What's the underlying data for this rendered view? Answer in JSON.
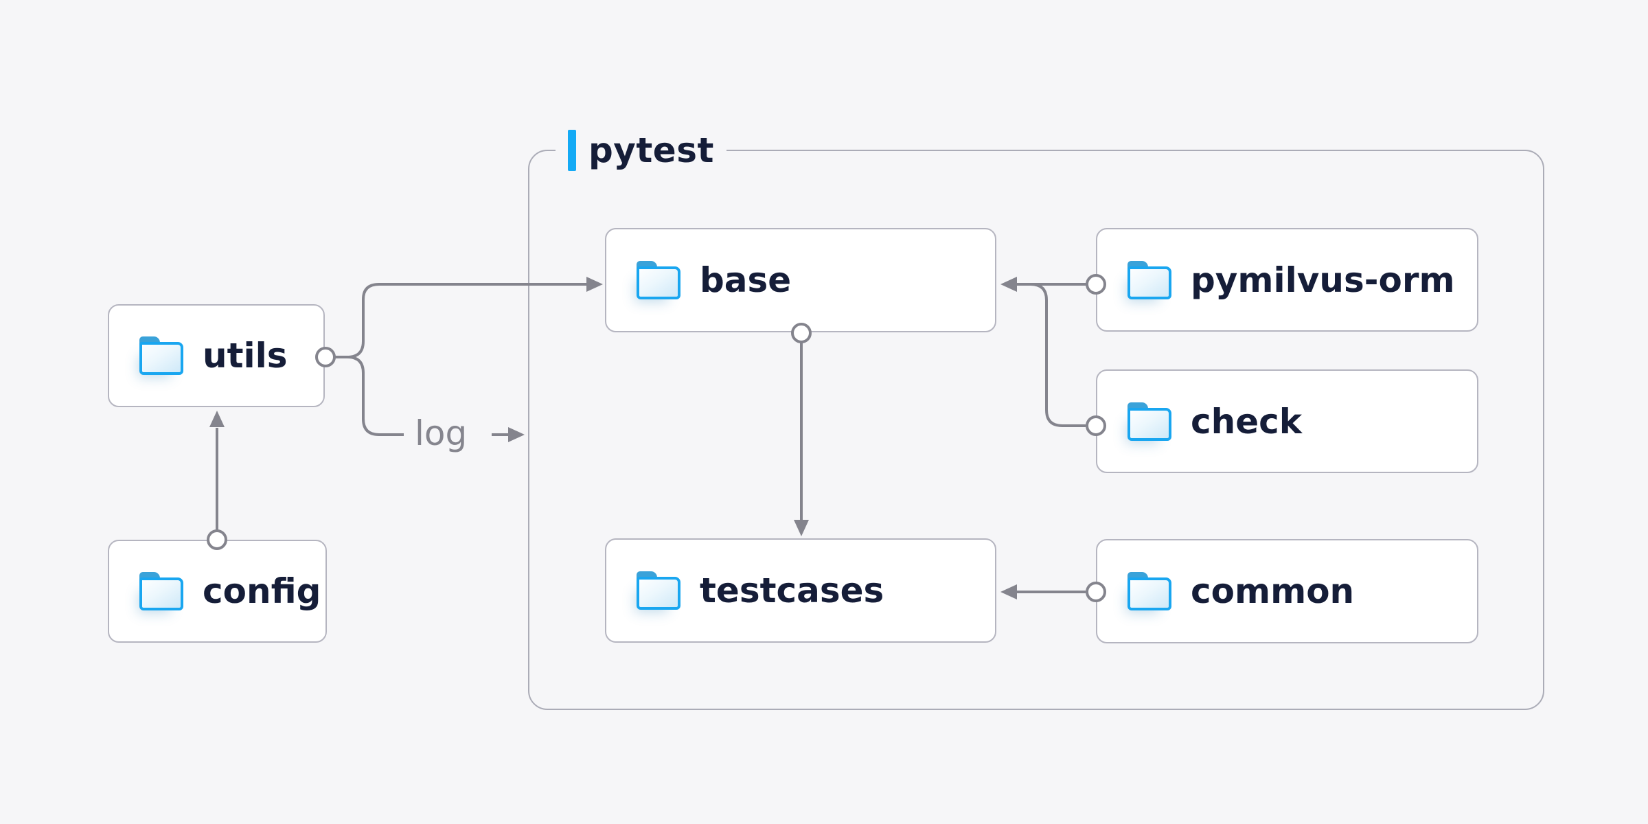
{
  "canvas": {
    "background": "#f6f6f8"
  },
  "container": {
    "label": "pytest",
    "accent_color": "#14aaf5",
    "border_color": "#abacb7"
  },
  "nodes": [
    {
      "id": "utils",
      "label": "utils",
      "icon": "folder-icon"
    },
    {
      "id": "config",
      "label": "config",
      "icon": "folder-icon"
    },
    {
      "id": "base",
      "label": "base",
      "icon": "folder-icon"
    },
    {
      "id": "testcases",
      "label": "testcases",
      "icon": "folder-icon"
    },
    {
      "id": "pymilvus-orm",
      "label": "pymilvus-orm",
      "icon": "folder-icon"
    },
    {
      "id": "check",
      "label": "check",
      "icon": "folder-icon"
    },
    {
      "id": "common",
      "label": "common",
      "icon": "folder-icon"
    }
  ],
  "edges": [
    {
      "from": "config",
      "to": "utils",
      "style": "arrow"
    },
    {
      "from": "utils",
      "to": "base",
      "style": "arrow"
    },
    {
      "from": "utils",
      "to": "pytest",
      "style": "arrow",
      "label": "log"
    },
    {
      "from": "pymilvus-orm",
      "to": "base",
      "style": "arrow"
    },
    {
      "from": "check",
      "to": "base",
      "style": "arrow"
    },
    {
      "from": "base",
      "to": "testcases",
      "style": "arrow"
    },
    {
      "from": "common",
      "to": "testcases",
      "style": "arrow"
    }
  ],
  "colors": {
    "node_text": "#151d38",
    "edge_line": "#84848d",
    "node_border": "#b5b5c0",
    "node_background": "#ffffff",
    "folder_border": "#19a6f0",
    "folder_tab": "#3aa2d9"
  }
}
